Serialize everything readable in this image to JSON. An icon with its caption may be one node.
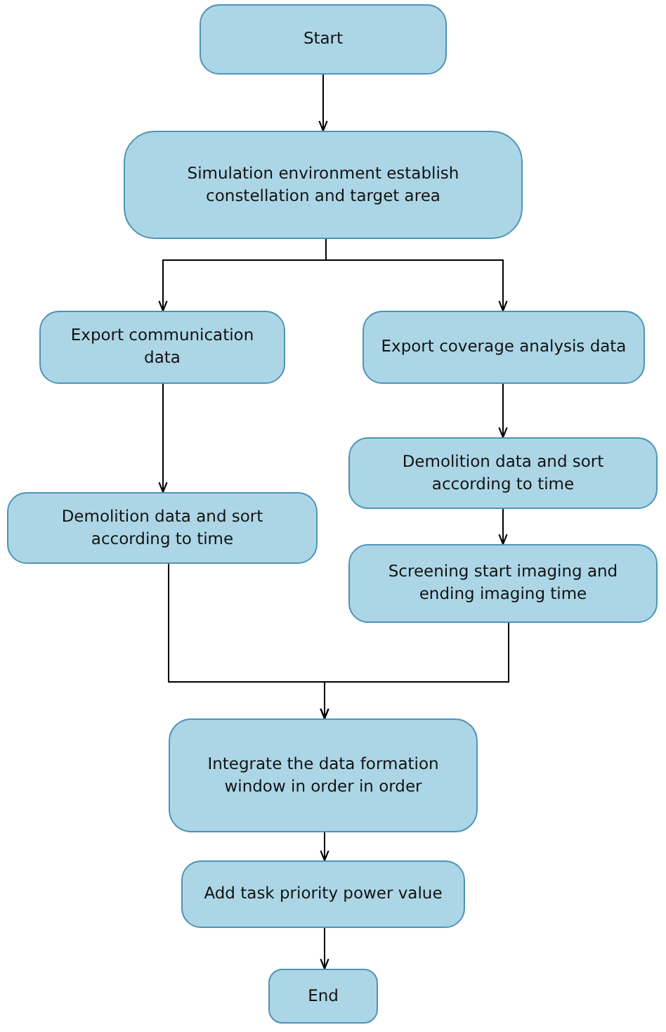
{
  "diagram": {
    "nodes": [
      {
        "text": [
          "Start"
        ]
      },
      {
        "text": [
          "Simulation environment establish constellation and target area"
        ]
      },
      {
        "text": [
          "Export communication data"
        ]
      },
      {
        "text": [
          "Export coverage analysis data"
        ]
      },
      {
        "text": [
          "Demolition data and sort according to time"
        ]
      },
      {
        "text": [
          "Demolition data and sort according to time"
        ]
      },
      {
        "text": [
          "Screening start imaging and ending imaging time"
        ]
      },
      {
        "text": [
          "Integrate the data formation window in order in order"
        ]
      },
      {
        "text": [
          "Add task priority power value"
        ]
      },
      {
        "text": [
          "End"
        ]
      }
    ],
    "edges": [
      {
        "from": 0,
        "to": 1,
        "arrow": "to"
      },
      {
        "from": 1,
        "to": 2,
        "arrow": "to"
      },
      {
        "from": 1,
        "to": 3,
        "arrow": "to"
      },
      {
        "from": 2,
        "to": 4,
        "arrow": "to"
      },
      {
        "from": 3,
        "to": 5,
        "arrow": "to"
      },
      {
        "from": 5,
        "to": 6,
        "arrow": "to"
      },
      {
        "from": 4,
        "to": 7,
        "arrow": "to"
      },
      {
        "from": 6,
        "to": 7,
        "arrow": "to"
      },
      {
        "from": 7,
        "to": 8,
        "arrow": "to"
      },
      {
        "from": 8,
        "to": 9,
        "arrow": "to"
      }
    ]
  }
}
